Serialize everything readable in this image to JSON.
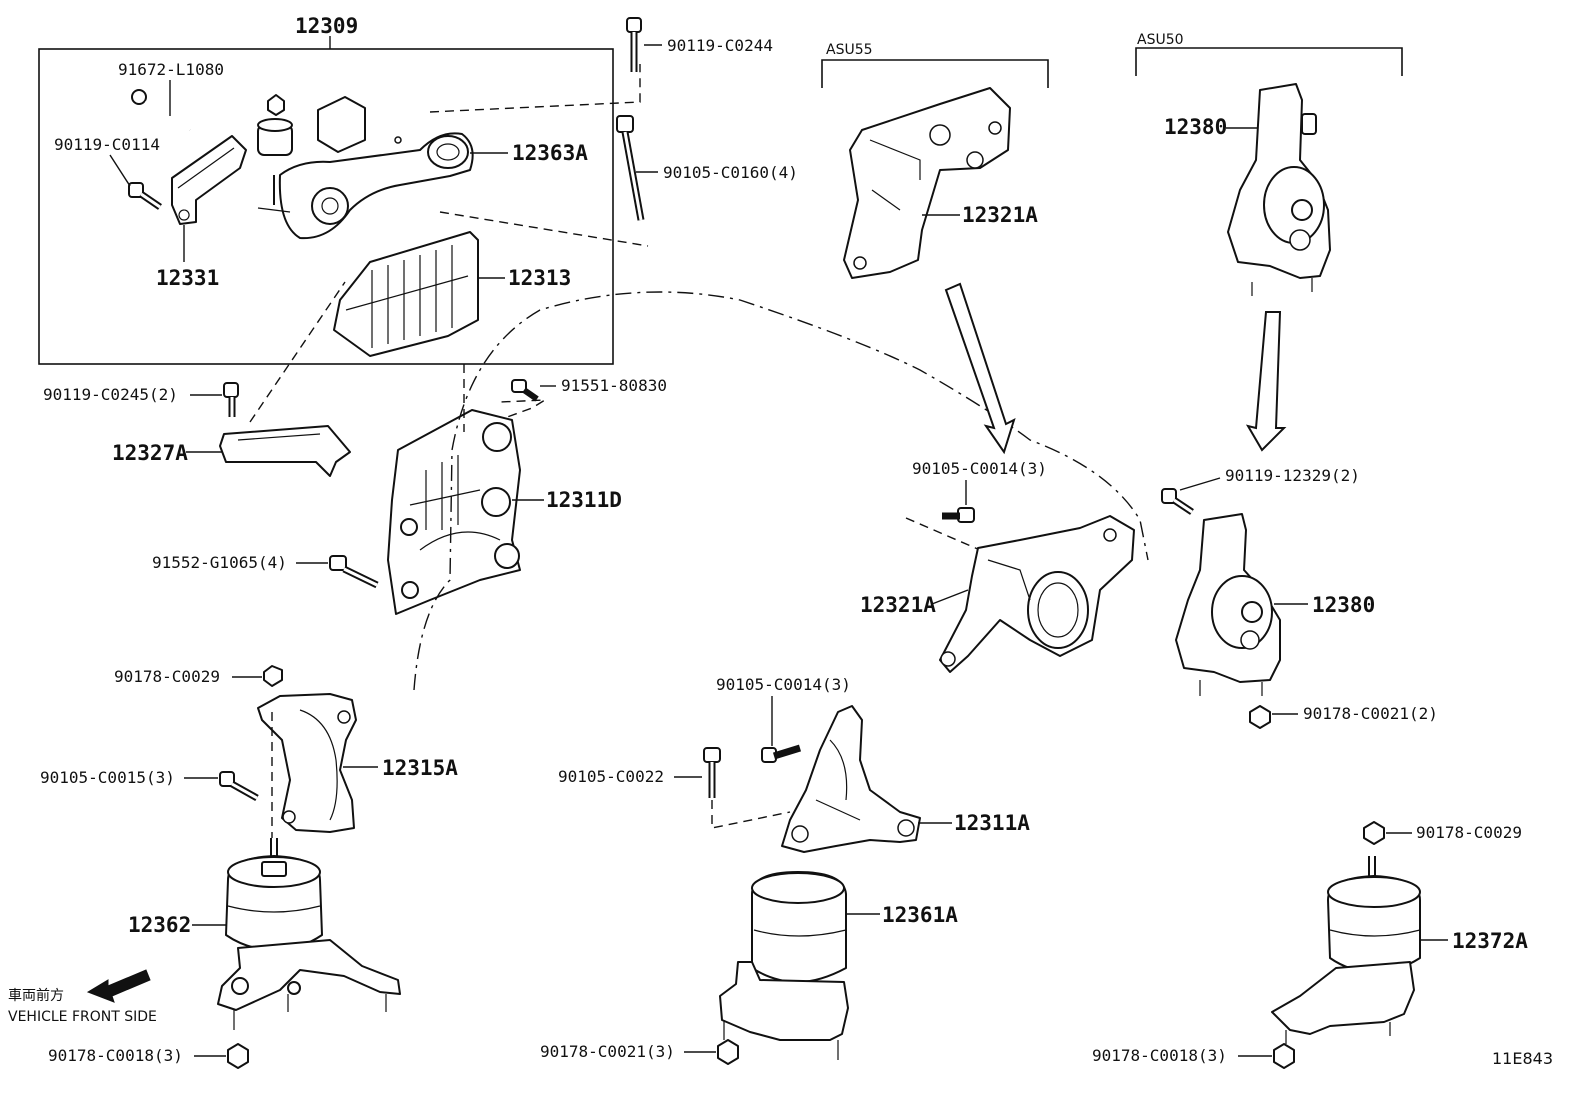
{
  "diagram_id": "11E843",
  "variants": {
    "asu55": "ASU55",
    "asu50": "ASU50"
  },
  "orientation": {
    "japanese": "車両前方",
    "english": "VEHICLE FRONT SIDE"
  },
  "parts": {
    "p12309": "12309",
    "p91672_L1080": "91672-L1080",
    "p90119_C0114": "90119-C0114",
    "p12331": "12331",
    "p12363A": "12363A",
    "p12313": "12313",
    "p90119_C0244": "90119-C0244",
    "p90105_C0160": "90105-C0160(4)",
    "p90119_C0245": "90119-C0245(2)",
    "p12327A": "12327A",
    "p91551_80830": "91551-80830",
    "p12311D": "12311D",
    "p91552_G1065": "91552-G1065(4)",
    "p90178_C0029_left": "90178-C0029",
    "p12315A": "12315A",
    "p90105_C0015": "90105-C0015(3)",
    "p12362": "12362",
    "p90178_C0018_left": "90178-C0018(3)",
    "p12321A_top": "12321A",
    "p12380_top": "12380",
    "p90105_C0014_right": "90105-C0014(3)",
    "p12321A_mid": "12321A",
    "p90119_12329": "90119-12329(2)",
    "p12380_mid": "12380",
    "p90178_C0021_right": "90178-C0021(2)",
    "p90105_C0014_mid": "90105-C0014(3)",
    "p90105_C0022": "90105-C0022",
    "p12311A": "12311A",
    "p12361A": "12361A",
    "p90178_C0021_mid": "90178-C0021(3)",
    "p90178_C0029_right": "90178-C0029",
    "p12372A": "12372A",
    "p90178_C0018_right": "90178-C0018(3)"
  }
}
